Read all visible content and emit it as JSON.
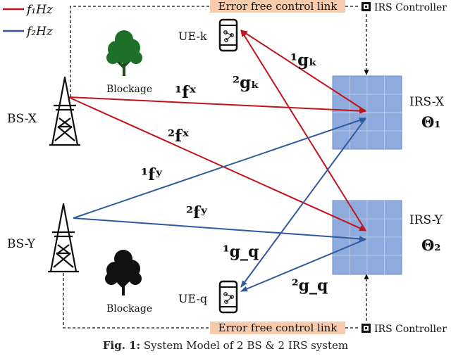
{
  "legend": {
    "items": [
      {
        "label": "f₁Hz",
        "color": "#c0141c"
      },
      {
        "label": "f₂Hz",
        "color": "#2f5a9e"
      }
    ]
  },
  "control_link_label": "Error free control link",
  "controller_label": "IRS Controller",
  "blockage_label": "Blockage",
  "base_stations": {
    "x": "BS-X",
    "y": "BS-Y"
  },
  "users": {
    "k": "UE-k",
    "q": "UE-q"
  },
  "irs": {
    "x": {
      "name": "IRS-X",
      "phase": "Θ₁"
    },
    "y": {
      "name": "IRS-Y",
      "phase": "Θ₂"
    }
  },
  "channels": {
    "g_k_1": "¹gₖ",
    "g_k_2": "²gₖ",
    "f_X_1": "¹fˣ",
    "f_X_2": "²fˣ",
    "f_Y_1": "¹fʸ",
    "f_Y_2": "²fʸ",
    "g_q_1": "¹g_q",
    "g_q_2": "²g_q"
  },
  "caption": {
    "fig_label": "Fig. 1:",
    "text": " System Model of 2 BS & 2 IRS system"
  },
  "colors": {
    "f1": "#c0141c",
    "f2": "#2f5a9e",
    "irs_fill": "#8faadc",
    "control_box": "#f8cbad",
    "tree": "#1e6f2a"
  }
}
